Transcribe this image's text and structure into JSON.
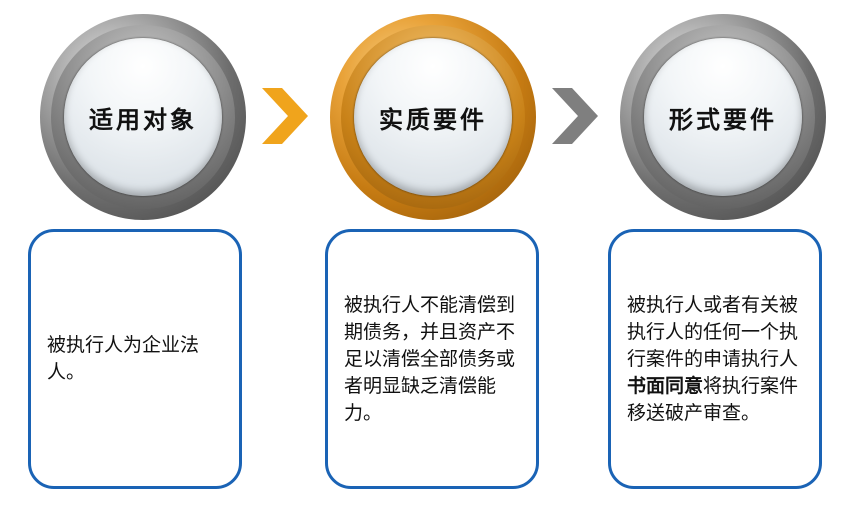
{
  "steps": [
    {
      "title": "适用对象",
      "ring_color": "#6d6d6d"
    },
    {
      "title": "实质要件",
      "ring_color": "#e39a2d"
    },
    {
      "title": "形式要件",
      "ring_color": "#6d6d6d"
    }
  ],
  "arrows": [
    {
      "color": "#f0a41c"
    },
    {
      "color": "#7f7f7f"
    }
  ],
  "boxes": [
    {
      "text": "被执行人为企业法人。"
    },
    {
      "text": "被执行人不能清偿到期债务，并且资产不足以清偿全部债务或者明显缺乏清偿能力。"
    },
    {
      "text_before": "被执行人或者有关被执行人的任何一个执行案件的申请执行人",
      "text_bold": "书面同意",
      "text_after": "将执行案件移送破产审查。"
    }
  ],
  "colors": {
    "box_border": "#1a63b5"
  }
}
